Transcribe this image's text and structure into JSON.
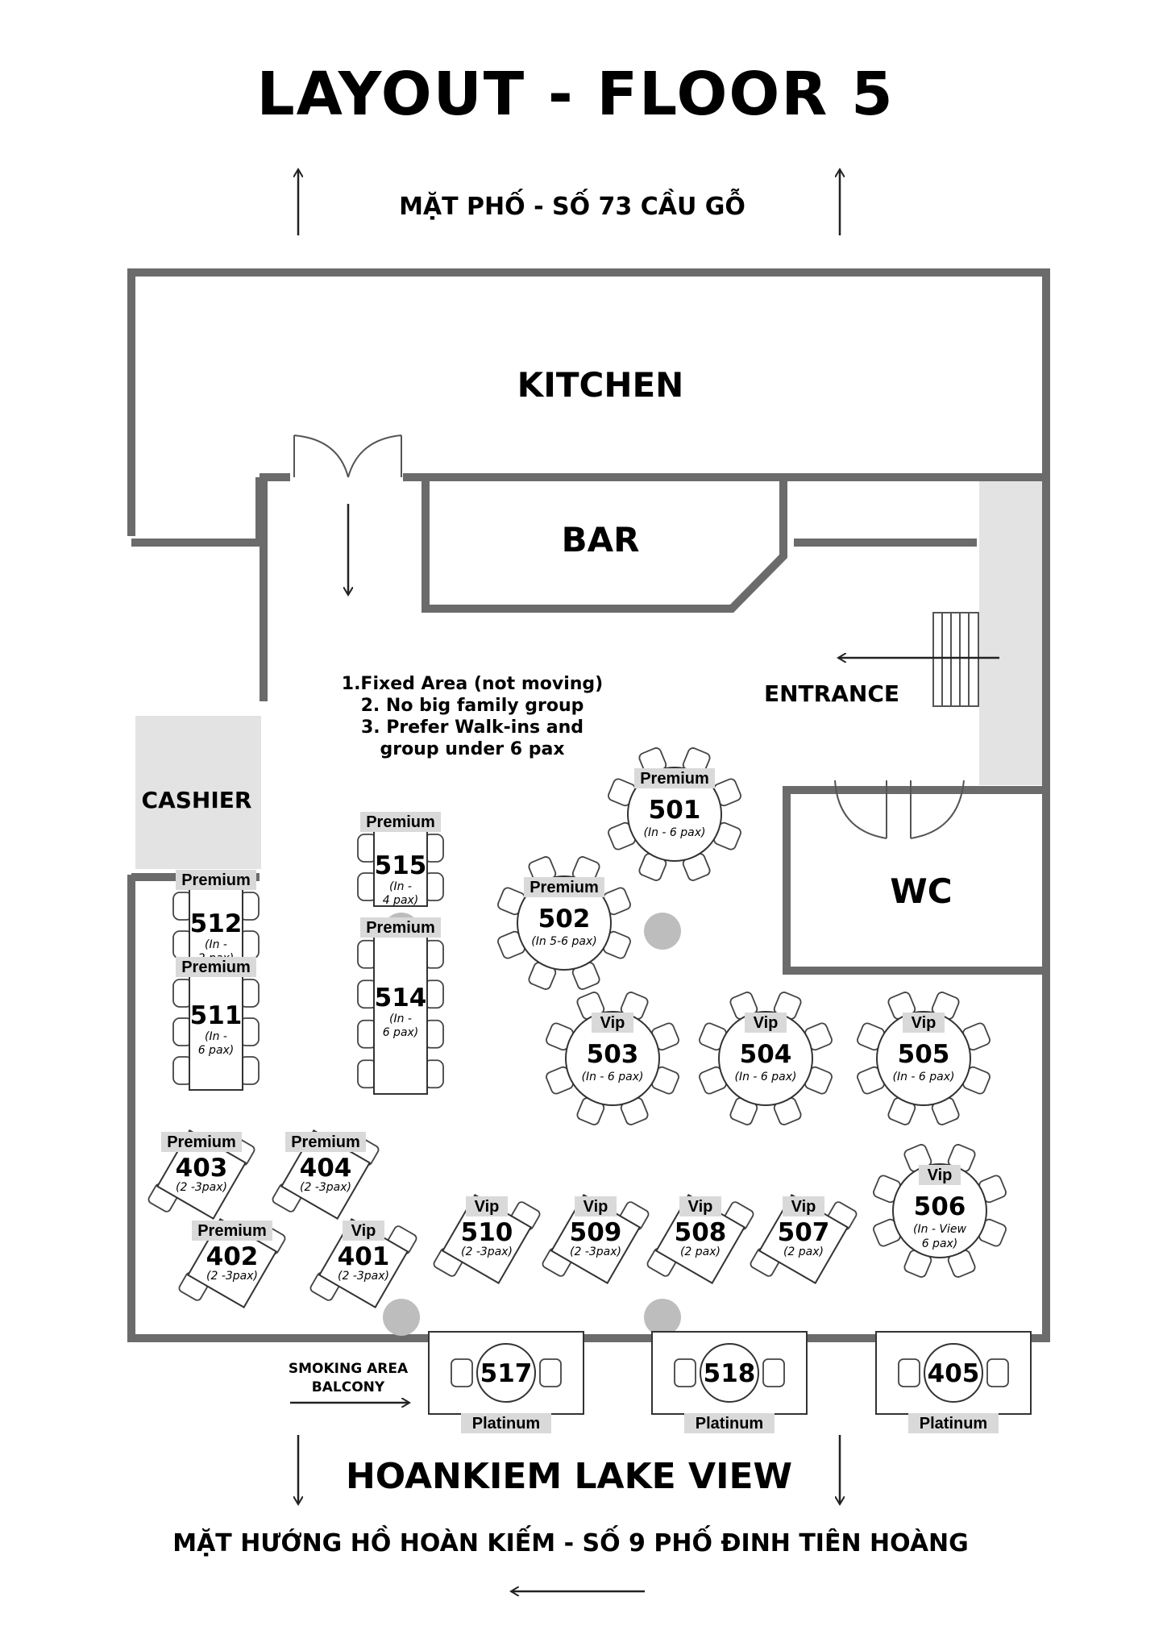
{
  "title": "LAYOUT - FLOOR 5",
  "street_top": "MẶT PHỐ - SỐ 73 CẦU GỖ",
  "rooms": {
    "kitchen": "KITCHEN",
    "bar": "BAR",
    "entrance": "ENTRANCE",
    "cashier": "CASHIER",
    "wc": "WC"
  },
  "notes": [
    "1.Fixed Area (not moving)",
    "2. No big family group",
    "3. Prefer Walk-ins and",
    "group under 6 pax"
  ],
  "smoking_area": [
    "SMOKING AREA",
    "BALCONY"
  ],
  "lake_view": "HOANKIEM LAKE VIEW",
  "street_bottom": "MẶT HƯỚNG HỒ HOÀN KIẾM - SỐ 9 PHỐ ĐINH TIÊN HOÀNG",
  "tables": [
    {
      "id": "t501",
      "number": "501",
      "tier": "Premium",
      "capacity": "(In - 6 pax)",
      "shape": "round"
    },
    {
      "id": "t502",
      "number": "502",
      "tier": "Premium",
      "capacity": "(In 5-6 pax)",
      "shape": "round"
    },
    {
      "id": "t503",
      "number": "503",
      "tier": "Vip",
      "capacity": "(In - 6 pax)",
      "shape": "round"
    },
    {
      "id": "t504",
      "number": "504",
      "tier": "Vip",
      "capacity": "(In - 6 pax)",
      "shape": "round"
    },
    {
      "id": "t505",
      "number": "505",
      "tier": "Vip",
      "capacity": "(In - 6 pax)",
      "shape": "round"
    },
    {
      "id": "t506",
      "number": "506",
      "tier": "Vip",
      "capacity": [
        "(In - View",
        "6 pax)"
      ],
      "shape": "round"
    },
    {
      "id": "t515",
      "number": "515",
      "tier": "Premium",
      "capacity": [
        "(In -",
        "4 pax)"
      ],
      "shape": "rect"
    },
    {
      "id": "t514",
      "number": "514",
      "tier": "Premium",
      "capacity": [
        "(In -",
        "6 pax)"
      ],
      "shape": "rect"
    },
    {
      "id": "t512",
      "number": "512",
      "tier": "Premium",
      "capacity": [
        "(In -",
        "2 pax)"
      ],
      "shape": "rect"
    },
    {
      "id": "t511",
      "number": "511",
      "tier": "Premium",
      "capacity": [
        "(In -",
        "6 pax)"
      ],
      "shape": "rect"
    },
    {
      "id": "t403",
      "number": "403",
      "tier": "Premium",
      "capacity": "(2 -3pax)",
      "shape": "tilted"
    },
    {
      "id": "t404",
      "number": "404",
      "tier": "Premium",
      "capacity": "(2 -3pax)",
      "shape": "tilted"
    },
    {
      "id": "t402",
      "number": "402",
      "tier": "Premium",
      "capacity": "(2 -3pax)",
      "shape": "tilted"
    },
    {
      "id": "t401",
      "number": "401",
      "tier": "Vip",
      "capacity": "(2 -3pax)",
      "shape": "tilted"
    },
    {
      "id": "t510",
      "number": "510",
      "tier": "Vip",
      "capacity": "(2 -3pax)",
      "shape": "tilted"
    },
    {
      "id": "t509",
      "number": "509",
      "tier": "Vip",
      "capacity": "(2 -3pax)",
      "shape": "tilted"
    },
    {
      "id": "t508",
      "number": "508",
      "tier": "Vip",
      "capacity": "(2 pax)",
      "shape": "tilted"
    },
    {
      "id": "t507",
      "number": "507",
      "tier": "Vip",
      "capacity": "(2 pax)",
      "shape": "tilted"
    },
    {
      "id": "t517",
      "number": "517",
      "tier": "Platinum",
      "shape": "balcony"
    },
    {
      "id": "t518",
      "number": "518",
      "tier": "Platinum",
      "shape": "balcony"
    },
    {
      "id": "t405",
      "number": "405",
      "tier": "Platinum",
      "shape": "balcony"
    }
  ],
  "colors": {
    "wall": "#6b6b6b",
    "tag_bg": "#d9d9d9",
    "pillar": "#bdbdbd",
    "shaded_area": "#e3e3e3"
  }
}
